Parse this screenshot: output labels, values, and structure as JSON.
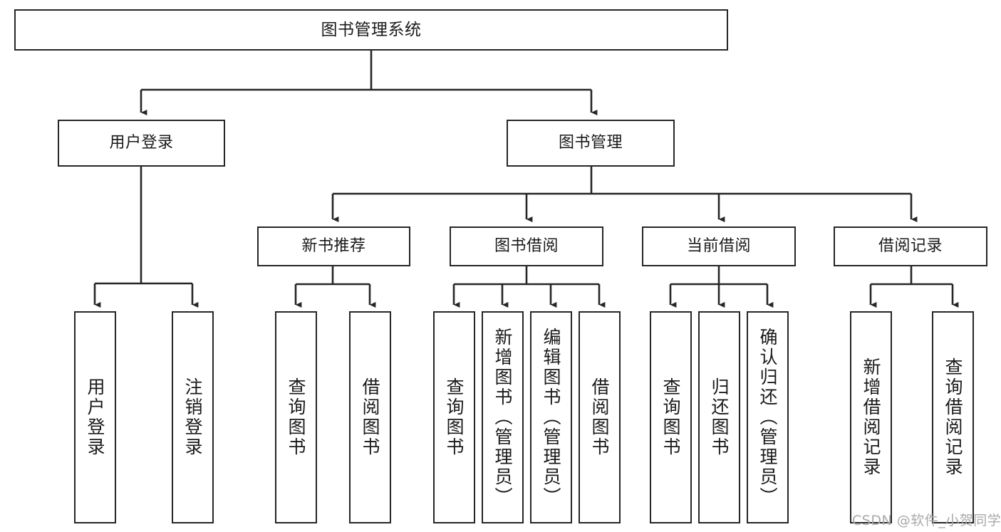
{
  "diagram": {
    "type": "tree-hierarchy",
    "title_text": "图书管理系统",
    "watermark": "CSDN @软件_小贺同学",
    "colors": {
      "stroke": "#262626",
      "fill": "#ffffff",
      "text": "#1a1a1a",
      "watermark": "#a9a9a9"
    },
    "nodes": {
      "root": {
        "label": "图书管理系统"
      },
      "level2": [
        {
          "id": "user-login",
          "label": "用户登录"
        },
        {
          "id": "book-manage",
          "label": "图书管理"
        }
      ],
      "level3": [
        {
          "id": "new-book-recommend",
          "label": "新书推荐"
        },
        {
          "id": "book-borrow",
          "label": "图书借阅"
        },
        {
          "id": "current-borrow",
          "label": "当前借阅"
        },
        {
          "id": "borrow-record",
          "label": "借阅记录"
        }
      ],
      "leaves": [
        {
          "id": "leaf-user-login",
          "label": "用户登录",
          "parent": "user-login"
        },
        {
          "id": "leaf-logout-login",
          "label": "注销登录",
          "parent": "user-login"
        },
        {
          "id": "leaf-query-book-1",
          "label": "查询图书",
          "parent": "new-book-recommend"
        },
        {
          "id": "leaf-borrow-book-1",
          "label": "借阅图书",
          "parent": "new-book-recommend"
        },
        {
          "id": "leaf-query-book-2",
          "label": "查询图书",
          "parent": "book-borrow"
        },
        {
          "id": "leaf-add-book-admin",
          "label": "新增图书（管理员）",
          "parent": "book-borrow"
        },
        {
          "id": "leaf-edit-book-admin",
          "label": "编辑图书（管理员）",
          "parent": "book-borrow"
        },
        {
          "id": "leaf-borrow-book-2",
          "label": "借阅图书",
          "parent": "book-borrow"
        },
        {
          "id": "leaf-query-book-3",
          "label": "查询图书",
          "parent": "current-borrow"
        },
        {
          "id": "leaf-return-book",
          "label": "归还图书",
          "parent": "current-borrow"
        },
        {
          "id": "leaf-confirm-return-admin",
          "label": "确认归还（管理员）",
          "parent": "current-borrow"
        },
        {
          "id": "leaf-add-borrow-record",
          "label": "新增借阅记录",
          "parent": "borrow-record"
        },
        {
          "id": "leaf-query-borrow-record",
          "label": "查询借阅记录",
          "parent": "borrow-record"
        }
      ]
    }
  }
}
